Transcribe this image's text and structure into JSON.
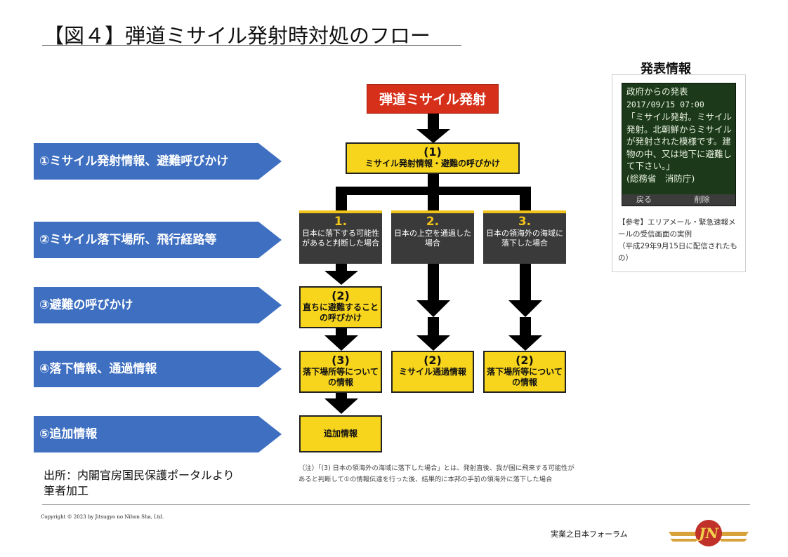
{
  "title": "【図４】弾道ミサイル発射時対処のフロー",
  "steps": [
    "①ミサイル発射情報、避難呼びかけ",
    "②ミサイル落下場所、飛行経路等",
    "③避難の呼びかけ",
    "④落下情報、通過情報",
    "⑤追加情報"
  ],
  "flow": {
    "launch": "弾道ミサイル発射",
    "box1": {
      "num": "(1)",
      "text": "ミサイル発射情報・避難の呼びかけ"
    },
    "cases": [
      {
        "num": "1.",
        "text": "日本に落下する可能性があると判断した場合"
      },
      {
        "num": "2.",
        "text": "日本の上空を通過した場合"
      },
      {
        "num": "3.",
        "text": "日本の領海外の海域に落下した場合"
      }
    ],
    "evac": {
      "num": "(2)",
      "text": "直ちに避難することの呼びかけ"
    },
    "result1": {
      "num": "(3)",
      "text": "落下場所等についての情報"
    },
    "result2": {
      "num": "(2)",
      "text": "ミサイル通過情報"
    },
    "result3": {
      "num": "(2)",
      "text": "落下場所等についての情報"
    },
    "extra": "追加情報"
  },
  "announcement": {
    "heading": "発表情報",
    "line1": "政府からの発表",
    "date": "2017/09/15 07:00",
    "body": "「ミサイル発射。ミサイル発射。北朝鮮からミサイルが発射された模様です。建物の中、又は地下に避難して下さい。」\n(総務省　消防庁)",
    "back_button": "戻る",
    "delete_button": "削除",
    "note": "【参考】エリアメール・緊急速報メールの受信画面の実例\n（平成29年9月15日に配信されたもの）"
  },
  "footnote": "（注）「(3) 日本の領海外の海域に落下した場合」とは、発射直後、我が国に飛来する可能性があると判断して①の情報伝達を行った後、結果的に本邦の手前の領海外に落下した場合",
  "source_line1": "出所：内閣官房国民保護ポータルより",
  "source_line2": "筆者加工",
  "copyright": "Copyright © 2023 by Jitsugyo no Nihon Sha, Ltd.",
  "brand": "実業之日本フォーラム",
  "colors": {
    "step_blue": "#3e6fc1",
    "box_yellow": "#f7d51d",
    "launch_red": "#d6301b",
    "case_dark": "#3a3a3a"
  }
}
